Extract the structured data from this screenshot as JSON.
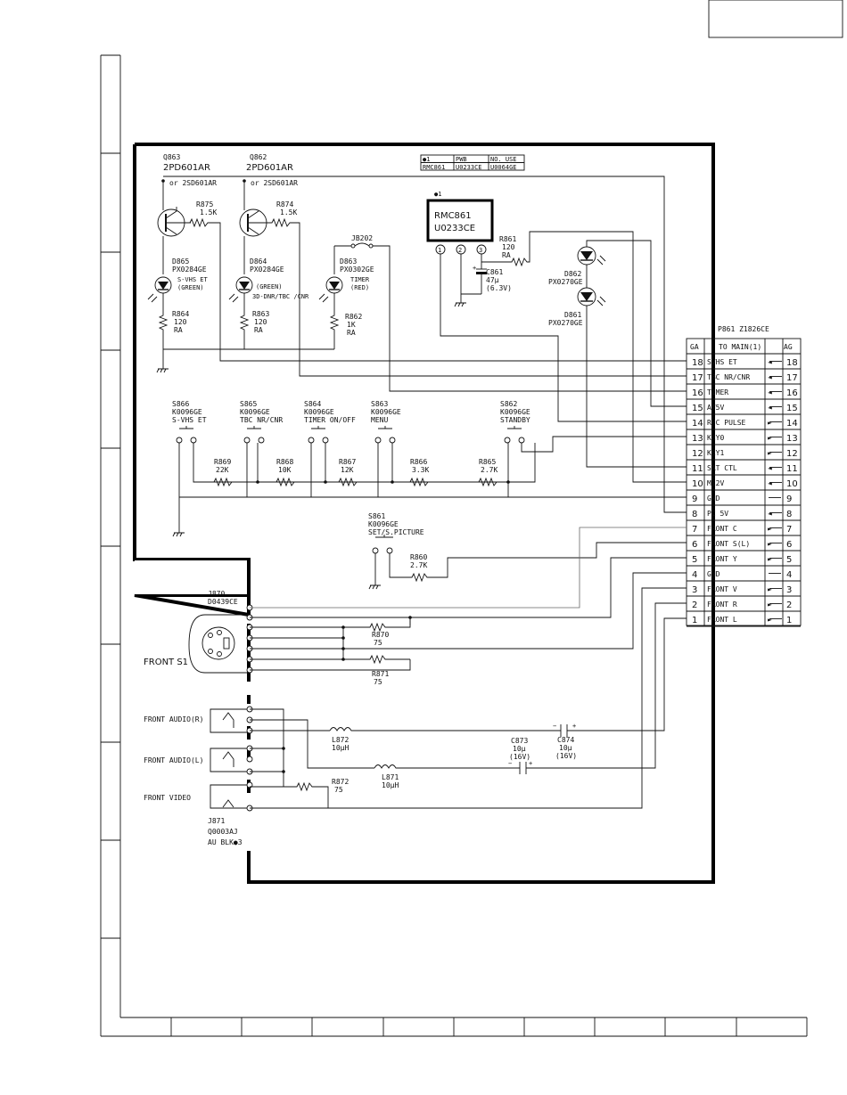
{
  "transistors": [
    {
      "ref": "Q863",
      "part": "2PD601AR",
      "alt": "or 2SD601AR"
    },
    {
      "ref": "Q862",
      "part": "2PD601AR",
      "alt": "or 2SD601AR"
    }
  ],
  "resistors_top": [
    {
      "ref": "R875",
      "value": "1.5K"
    },
    {
      "ref": "R874",
      "value": "1.5K"
    }
  ],
  "leds": [
    {
      "ref": "D865",
      "part": "PX0284GE",
      "desc1": "S-VHS ET",
      "desc2": "(GREEN)"
    },
    {
      "ref": "D864",
      "part": "PX0284GE",
      "desc1": "(GREEN)",
      "desc2": "3D-DNR/TBC /CNR"
    },
    {
      "ref": "D863",
      "part": "PX0302GE",
      "desc1": "TIMER",
      "desc2": "(RED)"
    }
  ],
  "led_resistors": [
    {
      "ref": "R864",
      "value": "120",
      "suffix": "RA"
    },
    {
      "ref": "R863",
      "value": "120",
      "suffix": "RA"
    },
    {
      "ref": "R862",
      "value": "1K",
      "suffix": "RA"
    }
  ],
  "jumper": "JB202",
  "pwb_table": {
    "headers": [
      "●1",
      "PWB",
      "NO. USE"
    ],
    "row": [
      "RMC861",
      "U0233CE",
      "U0064GE"
    ]
  },
  "remote_module": {
    "mark": "●1",
    "ref": "RMC861",
    "part": "U0233CE",
    "pins": [
      "1",
      "2",
      "3"
    ]
  },
  "r861": {
    "ref": "R861",
    "value": "120",
    "suffix": "RA"
  },
  "c861": {
    "ref": "C861",
    "value": "47μ",
    "voltage": "(6.3V)"
  },
  "right_leds": [
    {
      "ref": "D862",
      "part": "PX0270GE"
    },
    {
      "ref": "D861",
      "part": "PX0270GE"
    }
  ],
  "connector": {
    "ref": "P861  Z1826CE",
    "left_header": "GA",
    "center_header": "TO MAIN(1)",
    "right_header": "AG",
    "pins": [
      {
        "num": "18",
        "name": "SVHS ET",
        "dir": "◄"
      },
      {
        "num": "17",
        "name": "TBC NR/CNR",
        "dir": "◄"
      },
      {
        "num": "16",
        "name": "TIMER",
        "dir": "◄"
      },
      {
        "num": "15",
        "name": "AT5V",
        "dir": "◄"
      },
      {
        "num": "14",
        "name": "R/C PULSE",
        "dir": "►"
      },
      {
        "num": "13",
        "name": "KEY0",
        "dir": "►"
      },
      {
        "num": "12",
        "name": "KEY1",
        "dir": "►"
      },
      {
        "num": "11",
        "name": "SAT CTL",
        "dir": "◄"
      },
      {
        "num": "10",
        "name": "M12V",
        "dir": "◄"
      },
      {
        "num": "9",
        "name": "GND",
        "dir": ""
      },
      {
        "num": "8",
        "name": "PC 5V",
        "dir": "◄"
      },
      {
        "num": "7",
        "name": "FRONT C",
        "dir": "►"
      },
      {
        "num": "6",
        "name": "FRONT S(L)",
        "dir": "►"
      },
      {
        "num": "5",
        "name": "FRONT Y",
        "dir": "►"
      },
      {
        "num": "4",
        "name": "GND",
        "dir": ""
      },
      {
        "num": "3",
        "name": "FRONT V",
        "dir": "►"
      },
      {
        "num": "2",
        "name": "FRONT R",
        "dir": "►"
      },
      {
        "num": "1",
        "name": "FRONT L",
        "dir": "►"
      }
    ]
  },
  "switches": [
    {
      "ref": "S866",
      "part": "K0096GE",
      "func": "S-VHS ET"
    },
    {
      "ref": "S865",
      "part": "K0096GE",
      "func": "TBC NR/CNR"
    },
    {
      "ref": "S864",
      "part": "K0096GE",
      "func": "TIMER ON/OFF"
    },
    {
      "ref": "S863",
      "part": "K0096GE",
      "func": "MENU"
    },
    {
      "ref": "S862",
      "part": "K0096GE",
      "func": "STANDBY"
    }
  ],
  "ladder_resistors": [
    {
      "ref": "R869",
      "value": "22K"
    },
    {
      "ref": "R868",
      "value": "10K"
    },
    {
      "ref": "R867",
      "value": "12K"
    },
    {
      "ref": "R866",
      "value": "3.3K"
    },
    {
      "ref": "R865",
      "value": "2.7K"
    }
  ],
  "switch_set": {
    "ref": "S861",
    "part": "K0096GE",
    "func": "SET/S.PICTURE"
  },
  "r860": {
    "ref": "R860",
    "value": "2.7K"
  },
  "j870": {
    "ref": "J870",
    "part": "D0439CE"
  },
  "front_s1": "FRONT S1",
  "r870": {
    "ref": "R870",
    "value": "75"
  },
  "r871": {
    "ref": "R871",
    "value": "75"
  },
  "jack_labels": [
    "FRONT AUDIO(R)",
    "FRONT AUDIO(L)",
    "FRONT VIDEO"
  ],
  "l872": {
    "ref": "L872",
    "value": "10μH"
  },
  "l871": {
    "ref": "L871",
    "value": "10μH"
  },
  "c873": {
    "ref": "C873",
    "value": "10μ",
    "voltage": "(16V)"
  },
  "c874": {
    "ref": "C874",
    "value": "10μ",
    "voltage": "(16V)"
  },
  "r872": {
    "ref": "R872",
    "value": "75"
  },
  "j871": {
    "ref": "J871",
    "part": "Q0003AJ",
    "note": "AU BLK●3"
  }
}
